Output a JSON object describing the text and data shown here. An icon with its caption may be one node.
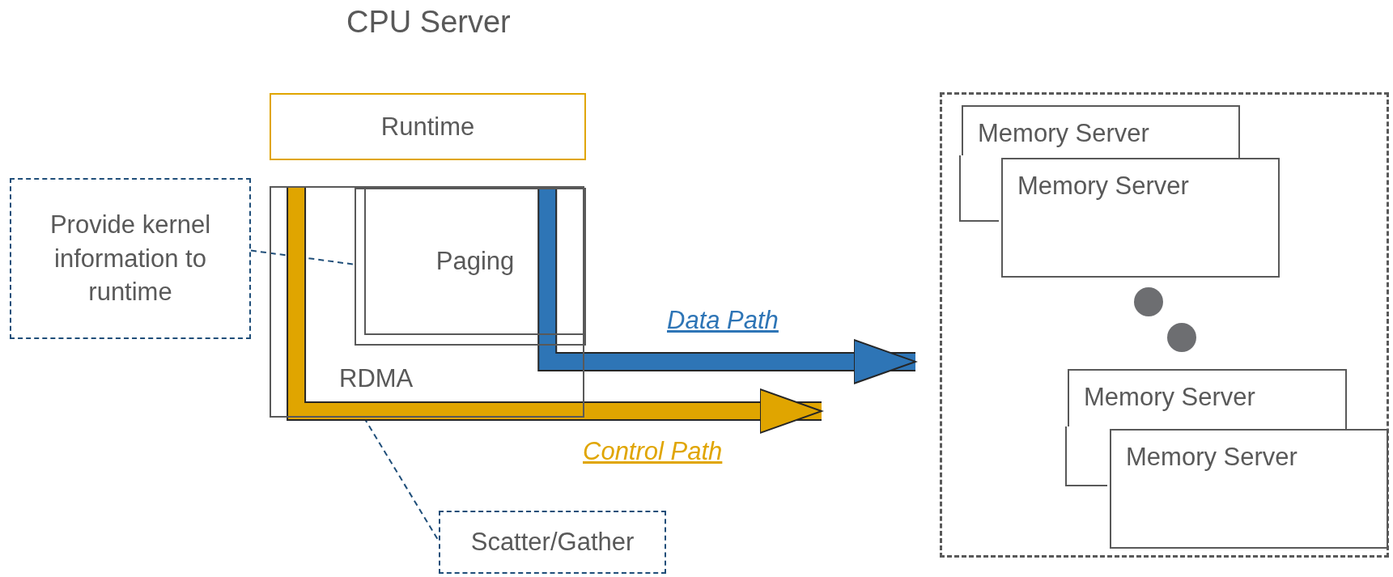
{
  "diagram": {
    "nodes": [
      {
        "text": [
          "Runtime"
        ]
      },
      {
        "text": [
          "Paging"
        ],
        "in": 2
      },
      {
        "text": [
          "RDMA"
        ]
      },
      {
        "text": [
          "Provide kernel information to runtime"
        ]
      },
      {
        "text": [
          "Scatter/Gather"
        ]
      },
      {
        "text": [],
        "shape": "box"
      },
      {
        "text": [
          "Memory Server"
        ],
        "in": 5
      },
      {
        "text": [
          "Memory Server"
        ],
        "in": 5
      },
      {
        "text": [
          "Memory Server"
        ],
        "in": 5
      },
      {
        "text": [
          "Memory Server"
        ],
        "in": 5
      }
    ],
    "edges": [
      {
        "from": 3,
        "to": 1,
        "arrow": "none",
        "style": "dashed",
        "color": "#1f4e79"
      },
      {
        "from": 2,
        "to": 4,
        "arrow": "none",
        "style": "dashed",
        "color": "#1f4e79"
      },
      {
        "from": 1,
        "to": 5,
        "arrow": "to",
        "label": "Data Path",
        "style": "thick",
        "color": "#2e75b6"
      },
      {
        "from": 2,
        "to": null,
        "arrow": "to",
        "label": "Control Path",
        "style": "thick",
        "color": "#e0a500"
      }
    ],
    "labels": [
      "CPU Server"
    ]
  }
}
